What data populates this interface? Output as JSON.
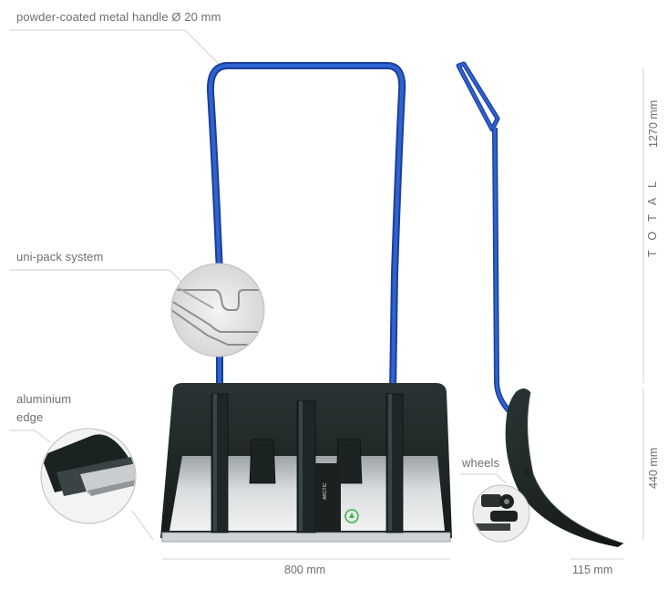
{
  "callouts": {
    "handle": "powder-coated metal handle Ø 20 mm",
    "unipack": "uni-pack system",
    "aluminium_line1": "aluminium",
    "aluminium_line2": "edge",
    "wheels": "wheels"
  },
  "dimensions": {
    "total_height": "1270 mm",
    "total_word": "TOTAL",
    "blade_height": "440 mm",
    "width": "800 mm",
    "depth": "115 mm"
  },
  "blade_brand": "ARCTIC",
  "colors": {
    "handle_blue": "#1f4fb5",
    "blade_black": "#1c2424",
    "scoop_metal": "#c9cccf",
    "line_gray": "#c8c8c8",
    "logo_green": "#3cb44b"
  }
}
